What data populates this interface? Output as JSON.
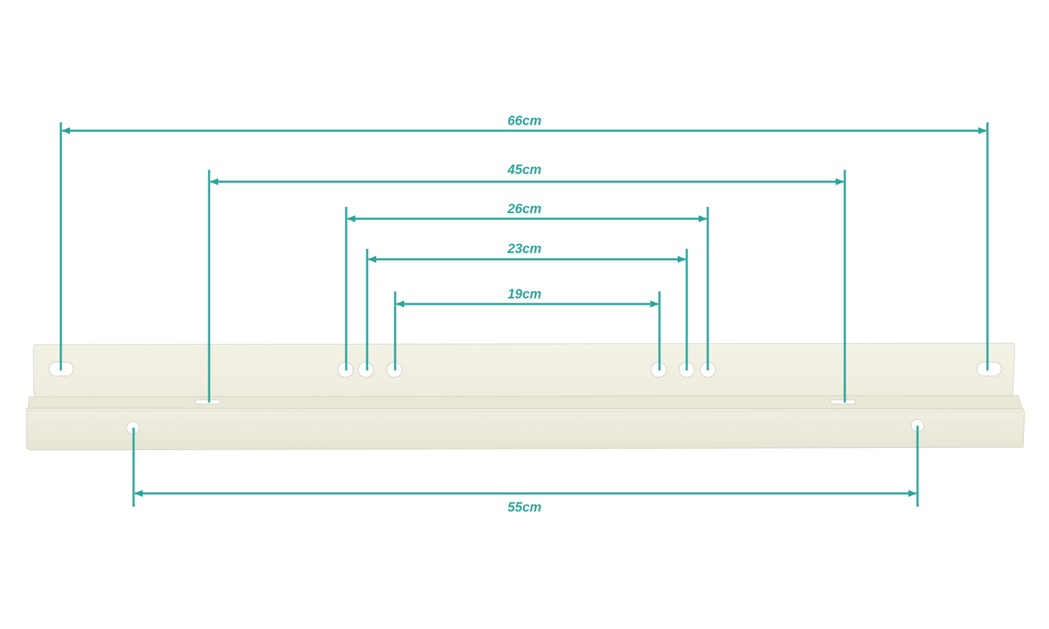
{
  "colors": {
    "dimension": "#2aa59b",
    "bracket_face": "#f1f0e3",
    "bracket_edge": "#d6d5c4",
    "hole": "#ffffff",
    "background": "#ffffff"
  },
  "dimensions": {
    "d66": {
      "label": "66cm"
    },
    "d45": {
      "label": "45cm"
    },
    "d26": {
      "label": "26cm"
    },
    "d23": {
      "label": "23cm"
    },
    "d19": {
      "label": "19cm"
    },
    "d55": {
      "label": "55cm"
    }
  }
}
